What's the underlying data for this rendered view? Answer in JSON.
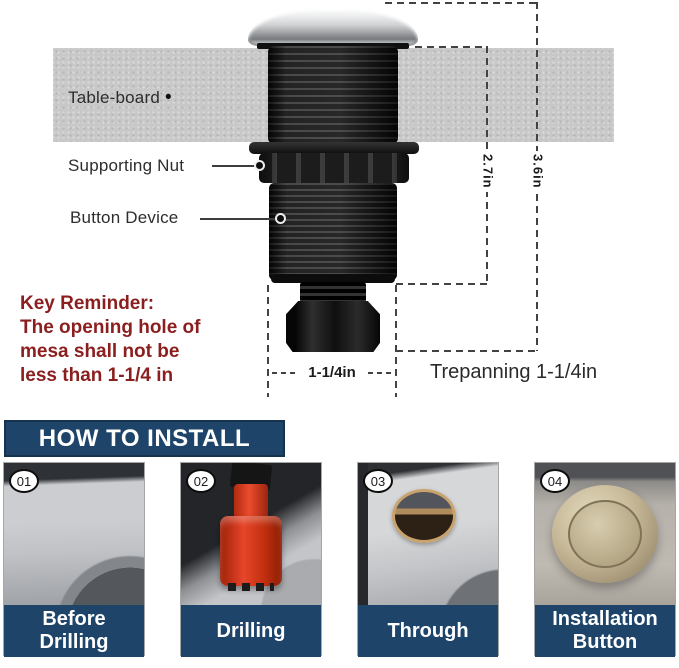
{
  "diagram": {
    "labels": {
      "table_board": "Table-board",
      "bullet": "•",
      "supporting_nut": "Supporting Nut",
      "button_device": "Button Device"
    },
    "dimensions": {
      "insert_depth": "2.7in",
      "total_height": "3.6in",
      "thread_diameter": "1-1/4in",
      "trepanning": "Trepanning 1-1/4in"
    },
    "key_reminder": {
      "lines": [
        "Key Reminder:",
        "The opening hole of",
        "mesa shall not be",
        "less than 1-1/4 in"
      ]
    }
  },
  "how_to": {
    "title": "HOW TO INSTALL",
    "steps": [
      {
        "num": "01",
        "caption": "Before Drilling"
      },
      {
        "num": "02",
        "caption": "Drilling"
      },
      {
        "num": "03",
        "caption": "Through"
      },
      {
        "num": "04",
        "caption": "Installation Button"
      }
    ]
  },
  "colors": {
    "navy": "#1E4569",
    "reminder_red": "#8B1E1E",
    "board_gray": "#C8C8C8",
    "drill_red": "#D63A1F",
    "button_champagne": "#C9BA98"
  }
}
